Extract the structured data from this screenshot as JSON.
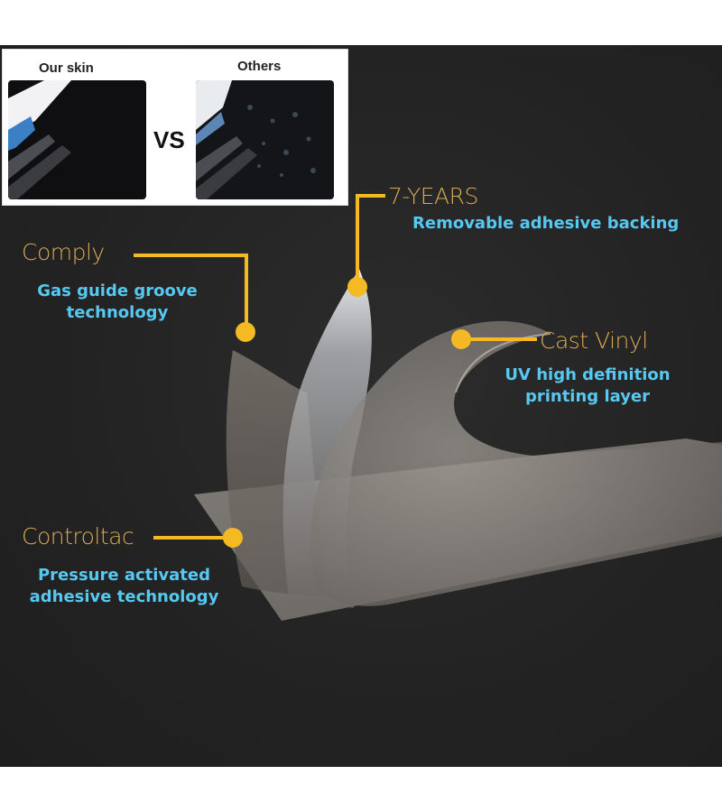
{
  "comparison": {
    "left_title": "Our skin",
    "vs_text": "VS",
    "right_title": "Others"
  },
  "callouts": [
    {
      "title": "7-YEARS",
      "description": "Removable adhesive backing"
    },
    {
      "title": "Comply",
      "description_lines": [
        "Gas guide groove",
        "technology"
      ]
    },
    {
      "title": "Cast Vinyl",
      "description_lines": [
        "UV high definition",
        "printing layer"
      ]
    },
    {
      "title": "Controltac",
      "description_lines": [
        "Pressure activated",
        "adhesive technology"
      ]
    }
  ],
  "colors": {
    "accent_gold": "#f4b923",
    "label_gold": "#d9a954",
    "label_blue": "#56c8f2",
    "background": "#232323"
  }
}
